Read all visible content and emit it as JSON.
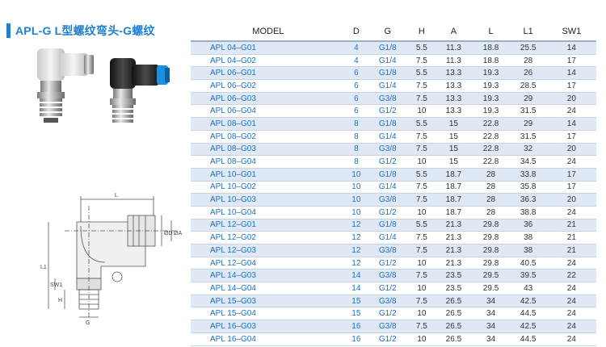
{
  "title": "APL-G L型螺纹弯头-G螺纹",
  "colors": {
    "accent": "#1f7fd0",
    "row_stripe": "#dfe9f5",
    "model_text": "#1f6fc0"
  },
  "drawing_labels": {
    "L": "L",
    "L1": "L1",
    "SW1": "SW1",
    "H": "H",
    "G": "G",
    "D": "ØD",
    "A": "ØA"
  },
  "table": {
    "headers": [
      "MODEL",
      "D",
      "G",
      "H",
      "A",
      "L",
      "L1",
      "SW1"
    ],
    "rows": [
      [
        "APL 04–G01",
        "4",
        "G1/8",
        "5.5",
        "11.3",
        "18.8",
        "25.5",
        "14"
      ],
      [
        "APL 04–G02",
        "4",
        "G1/4",
        "7.5",
        "11.3",
        "18.8",
        "28",
        "17"
      ],
      [
        "APL 06–G01",
        "6",
        "G1/8",
        "5.5",
        "13.3",
        "19.3",
        "26",
        "14"
      ],
      [
        "APL 06–G02",
        "6",
        "G1/4",
        "7.5",
        "13.3",
        "19.3",
        "28.5",
        "17"
      ],
      [
        "APL 06–G03",
        "6",
        "G3/8",
        "7.5",
        "13.3",
        "19.3",
        "29",
        "20"
      ],
      [
        "APL 06–G04",
        "6",
        "G1/2",
        "10",
        "13.3",
        "19.3",
        "31.5",
        "24"
      ],
      [
        "APL 08–G01",
        "8",
        "G1/8",
        "5.5",
        "15",
        "22.8",
        "29",
        "14"
      ],
      [
        "APL 08–G02",
        "8",
        "G1/4",
        "7.5",
        "15",
        "22.8",
        "31.5",
        "17"
      ],
      [
        "APL 08–G03",
        "8",
        "G3/8",
        "7.5",
        "15",
        "22.8",
        "32",
        "20"
      ],
      [
        "APL 08–G04",
        "8",
        "G1/2",
        "10",
        "15",
        "22.8",
        "34.5",
        "24"
      ],
      [
        "APL 10–G01",
        "10",
        "G1/8",
        "5.5",
        "18.7",
        "28",
        "33.8",
        "17"
      ],
      [
        "APL 10–G02",
        "10",
        "G1/4",
        "7.5",
        "18.7",
        "28",
        "35.8",
        "17"
      ],
      [
        "APL 10–G03",
        "10",
        "G3/8",
        "7.5",
        "18.7",
        "28",
        "36.3",
        "20"
      ],
      [
        "APL 10–G04",
        "10",
        "G1/2",
        "10",
        "18.7",
        "28",
        "38.8",
        "24"
      ],
      [
        "APL 12–G01",
        "12",
        "G1/8",
        "5.5",
        "21.3",
        "29.8",
        "36",
        "21"
      ],
      [
        "APL 12–G02",
        "12",
        "G1/4",
        "7.5",
        "21.3",
        "29.8",
        "38",
        "21"
      ],
      [
        "APL 12–G03",
        "12",
        "G3/8",
        "7.5",
        "21.3",
        "29.8",
        "38",
        "21"
      ],
      [
        "APL 12–G04",
        "12",
        "G1/2",
        "10",
        "21.3",
        "29.8",
        "40.5",
        "24"
      ],
      [
        "APL 14–G03",
        "14",
        "G3/8",
        "7.5",
        "23.5",
        "29.5",
        "39.5",
        "22"
      ],
      [
        "APL 14–G04",
        "14",
        "G1/2",
        "10",
        "23.5",
        "29.5",
        "43",
        "24"
      ],
      [
        "APL 15–G03",
        "15",
        "G3/8",
        "7.5",
        "26.5",
        "34",
        "42.5",
        "24"
      ],
      [
        "APL 15–G04",
        "15",
        "G1/2",
        "10",
        "26.5",
        "34",
        "44.5",
        "24"
      ],
      [
        "APL 16–G03",
        "16",
        "G3/8",
        "7.5",
        "26.5",
        "34",
        "42.5",
        "24"
      ],
      [
        "APL 16–G04",
        "16",
        "G1/2",
        "10",
        "26.5",
        "34",
        "44.5",
        "24"
      ]
    ]
  }
}
